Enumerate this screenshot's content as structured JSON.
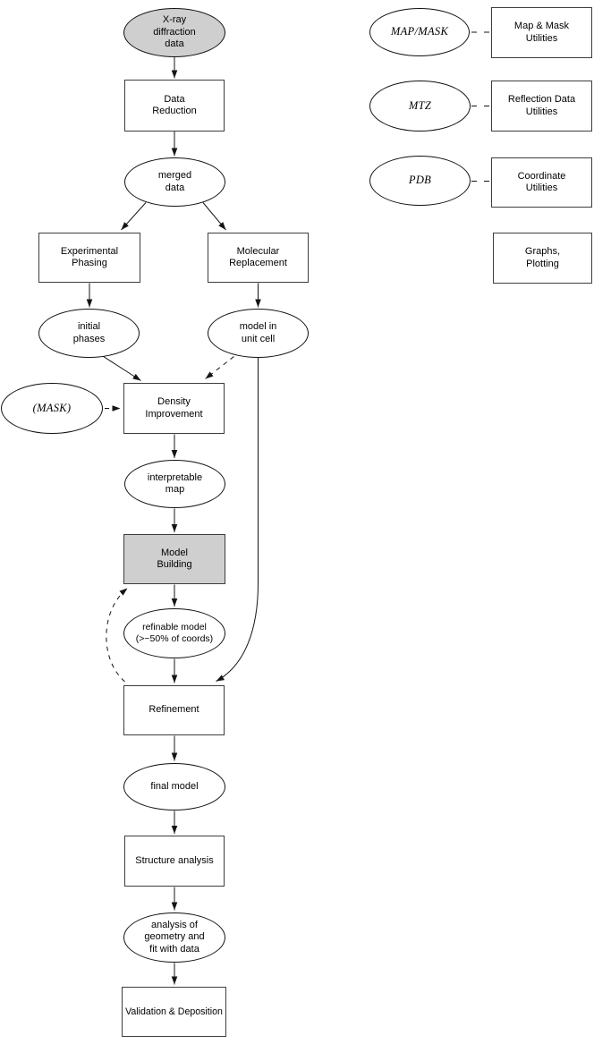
{
  "colors": {
    "node_fill_gray": "#cfcfcf",
    "node_fill_white": "#ffffff",
    "line": "#141414"
  },
  "flowchart": {
    "nodes": {
      "xray_data": "X-ray\ndiffraction\ndata",
      "data_reduction": "Data\nReduction",
      "merged_data": "merged\ndata",
      "experimental_phasing": "Experimental\nPhasing",
      "molecular_replacement": "Molecular\nReplacement",
      "initial_phases": "initial\nphases",
      "model_in_unit_cell": "model in\nunit cell",
      "mask": "(MASK)",
      "density_improvement": "Density\nImprovement",
      "interpretable_map": "interpretable\nmap",
      "model_building": "Model\nBuilding",
      "refinable_model": "refinable model\n(>~50% of coords)",
      "refinement": "Refinement",
      "final_model": "final model",
      "structure_analysis": "Structure analysis",
      "analysis_geometry": "analysis of\ngeometry and\nfit with data",
      "validation_deposition": "Validation & Deposition"
    }
  },
  "legend": {
    "rows": [
      {
        "symbol": "MAP/MASK",
        "label": "Map & Mask\nUtilities"
      },
      {
        "symbol": "MTZ",
        "label": "Reflection Data\nUtilities"
      },
      {
        "symbol": "PDB",
        "label": "Coordinate\nUtilities"
      }
    ],
    "extra_box": "Graphs,\nPlotting"
  }
}
